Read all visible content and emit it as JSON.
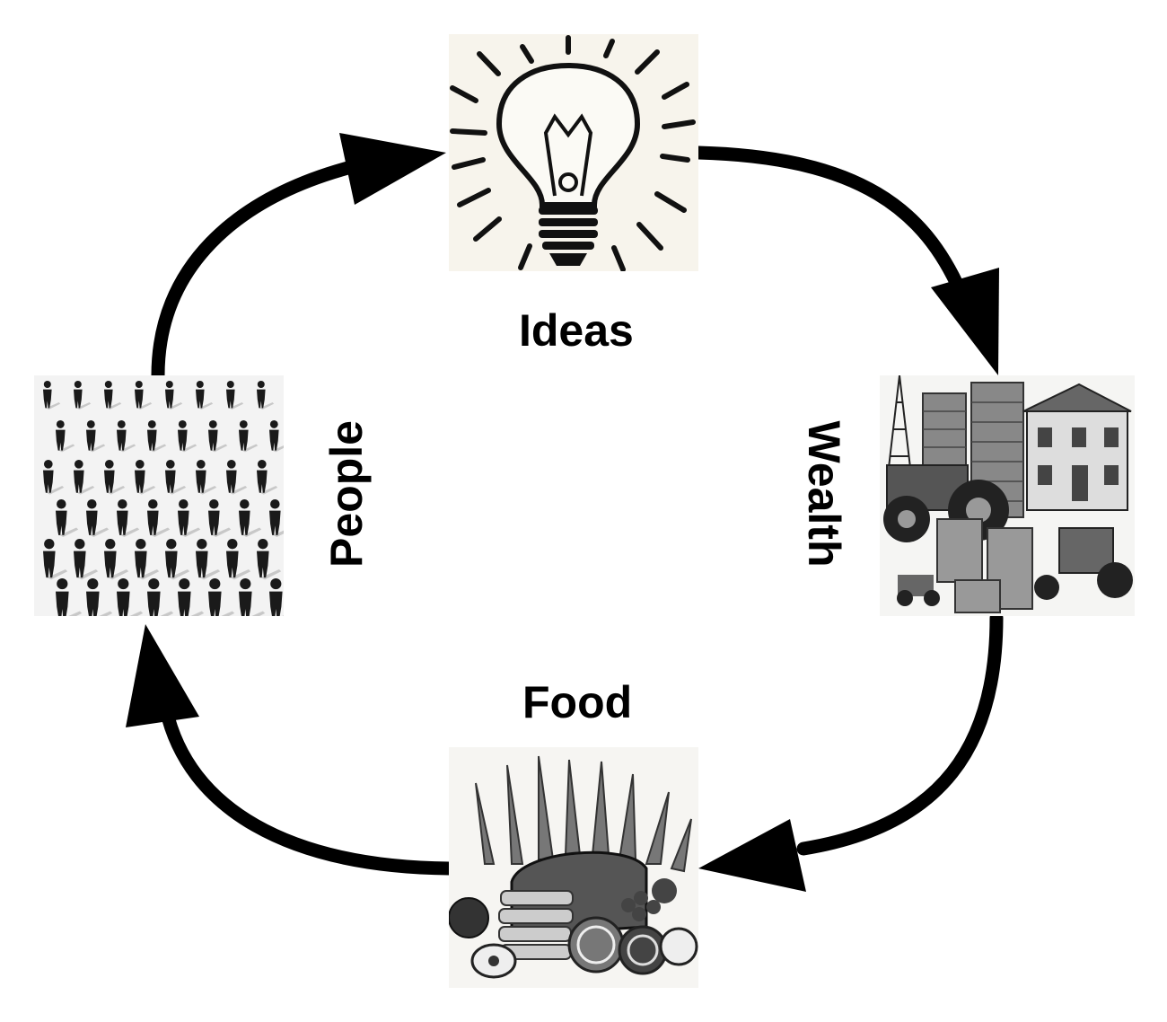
{
  "diagram": {
    "type": "cycle",
    "nodes": {
      "ideas": {
        "label": "Ideas",
        "icon": "lightbulb-icon"
      },
      "wealth": {
        "label": "Wealth",
        "icon": "wealth-illustration"
      },
      "food": {
        "label": "Food",
        "icon": "food-illustration"
      },
      "people": {
        "label": "People",
        "icon": "crowd-illustration"
      }
    },
    "edges": [
      {
        "from": "People",
        "to": "Ideas"
      },
      {
        "from": "Ideas",
        "to": "Wealth"
      },
      {
        "from": "Wealth",
        "to": "Food"
      },
      {
        "from": "Food",
        "to": "People"
      }
    ],
    "colors": {
      "arrow": "#000000",
      "text": "#000000",
      "background": "#ffffff"
    }
  }
}
